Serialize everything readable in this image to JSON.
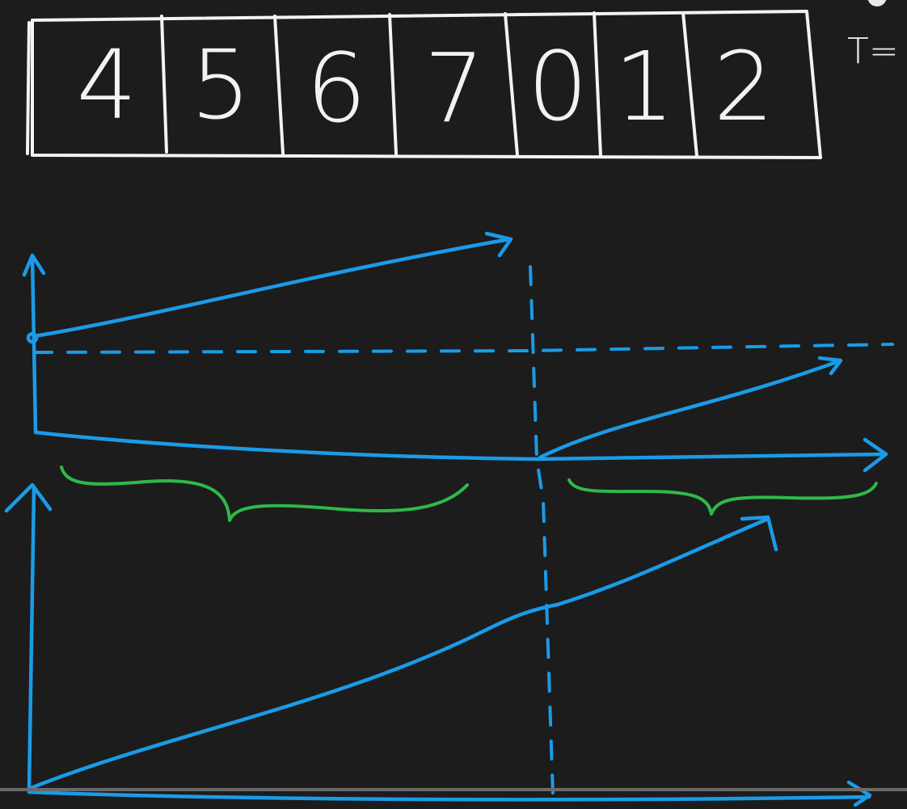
{
  "array": {
    "cells": [
      "4",
      "5",
      "6",
      "7",
      "0",
      "1",
      "2"
    ]
  },
  "side_label": "T=",
  "colors": {
    "background": "#1c1c1c",
    "chalk_white": "#f2f2f2",
    "chalk_blue": "#1a9be8",
    "chalk_green": "#2fb84a"
  }
}
